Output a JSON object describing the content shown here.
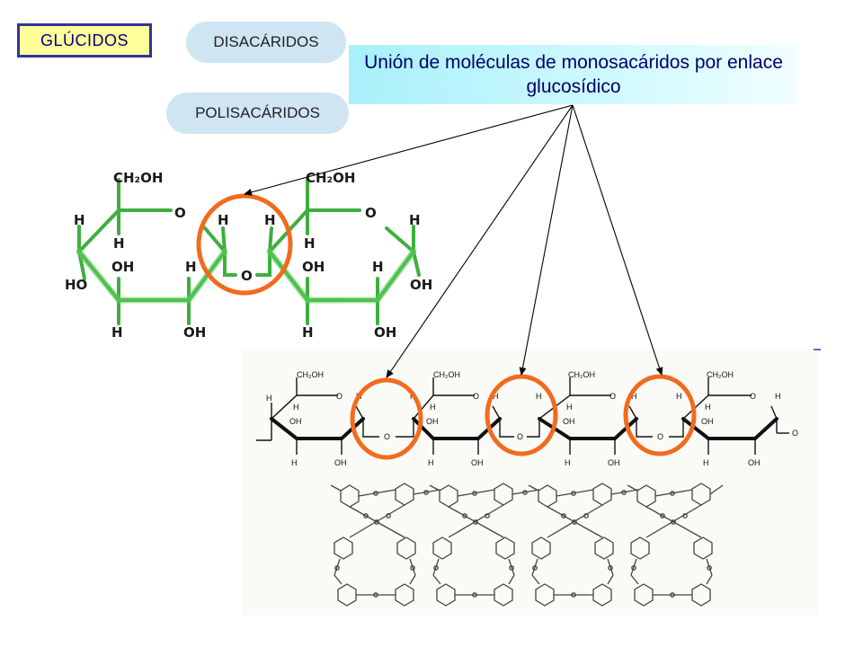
{
  "badges": {
    "glucidos": "GLÚCIDOS",
    "disacaridos": "DISACÁRIDOS",
    "polisacaridos": "POLISACÁRIDOS"
  },
  "header": {
    "text": "Unión de moléculas de monosacáridos por enlace glucosídico"
  },
  "disaccharide": {
    "labels": {
      "ch2oh": "CH₂OH",
      "o": "O",
      "h": "H",
      "oh": "OH",
      "ho": "HO"
    }
  },
  "colors": {
    "bond_green": "#3fae3f",
    "highlight_orange": "#f26b1d",
    "header_navy": "#000066",
    "tag_yellow": "#ffff99"
  }
}
